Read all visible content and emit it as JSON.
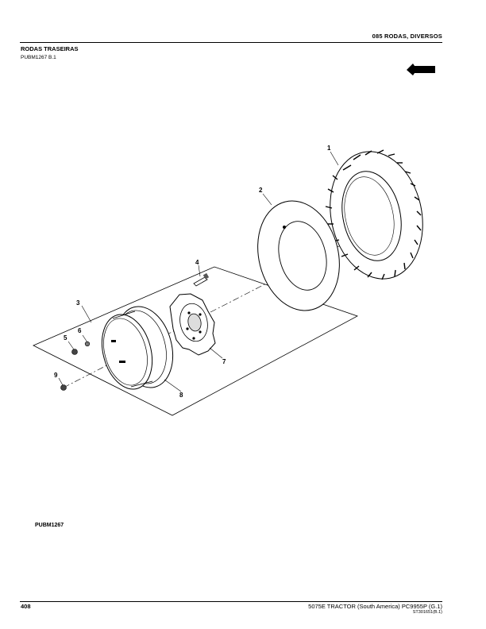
{
  "header": {
    "section_title": "085 RODAS, DIVERSOS",
    "page_heading": "RODAS TRASEIRAS",
    "page_ref": "PUBM1267 B.1"
  },
  "illustration": {
    "id_label": "PUBM1267",
    "callouts": [
      "1",
      "2",
      "3",
      "4",
      "5",
      "6",
      "7",
      "8",
      "9"
    ]
  },
  "footer": {
    "page_number": "408",
    "doc_title": "5075E TRACTOR (South America)   PC9955P   (G.1)",
    "doc_code": "ST301651(B.1)"
  }
}
